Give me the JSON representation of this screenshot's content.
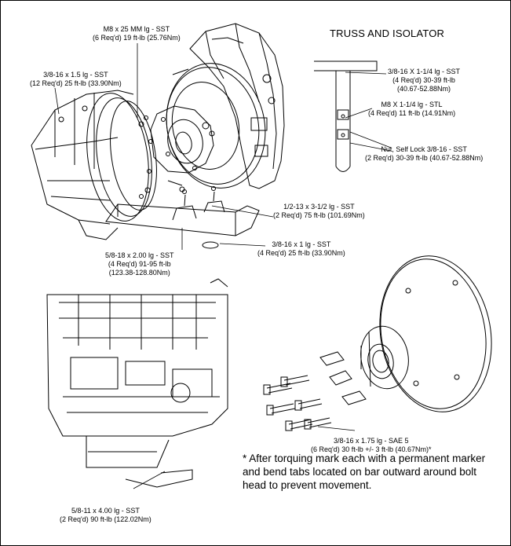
{
  "title": "TRUSS AND ISOLATOR",
  "callouts": {
    "m8_25": {
      "spec": "M8 x 25 MM lg - SST",
      "torque": "(6 Req'd) 19 ft-lb (25.76Nm)"
    },
    "c38_15": {
      "spec": "3/8-16 x 1.5 lg - SST",
      "torque": "(12 Req'd) 25 ft-lb (33.90Nm)"
    },
    "c38_114": {
      "spec": "3/8-16 X 1-1/4 lg - SST",
      "torque": "(4 Req'd) 30-39 ft-lb",
      "metric": "(40.67-52.88Nm)"
    },
    "m8_114": {
      "spec": "M8 X 1-1/4 lg - STL",
      "torque": "(4 Req'd) 11 ft-lb (14.91Nm)"
    },
    "nut": {
      "spec": "Nut, Self Lock 3/8-16 - SST",
      "torque": "(2 Req'd) 30-39 ft-lb (40.67-52.88Nm)"
    },
    "c12_13": {
      "spec": "1/2-13 x 3-1/2 lg - SST",
      "torque": "(2 Req'd) 75 ft-lb (101.69Nm)"
    },
    "c38_1": {
      "spec": "3/8-16 x 1 lg - SST",
      "torque": "(4 Req'd) 25 ft-lb (33.90Nm)"
    },
    "c58_18": {
      "spec": "5/8-18 x 2.00 lg - SST",
      "torque": "(4 Req'd) 91-95 ft-lb",
      "metric": "(123.38-128.80Nm)"
    },
    "c38_175": {
      "spec": "3/8-16 x 1.75 lg - SAE 5",
      "torque": "(6 Req'd) 30 ft-lb +/- 3 ft-lb (40.67Nm)*"
    },
    "c58_11": {
      "spec": "5/8-11 x 4.00 lg - SST",
      "torque": "(2 Req'd) 90 ft-lb (122.02Nm)"
    }
  },
  "note": {
    "line1": "* After torquing mark each with a permanent marker",
    "line2": "and bend tabs located on bar outward around bolt",
    "line3": "head to prevent movement."
  }
}
